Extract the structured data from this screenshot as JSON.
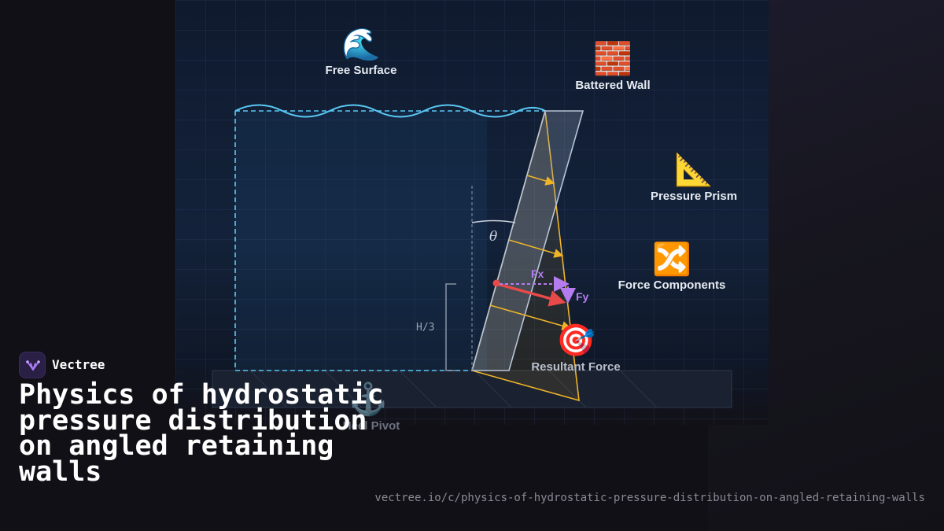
{
  "diagram": {
    "labels": {
      "free_surface": "Free Surface",
      "battered_wall": "Battered Wall",
      "pressure_prism": "Pressure Prism",
      "force_components": "Force Components",
      "resultant_force": "Resultant Force",
      "heel_pivot": "Heel Pivot",
      "theta": "θ",
      "fx": "Fx",
      "fy": "Fy",
      "h3": "H/3"
    },
    "icons": {
      "free_surface": "🌊",
      "battered_wall": "🧱",
      "pressure_prism": "📐",
      "force_components": "🔀",
      "resultant_force": "🎯",
      "heel_pivot": "⚓"
    },
    "colors": {
      "water": "#5bc8f5",
      "wall_outline": "#b8c4d6",
      "pressure": "#f0b429",
      "resultant": "#e84a4a",
      "components": "#b57cf0"
    }
  },
  "brand": {
    "name": "Vectree"
  },
  "title": "Physics of hydrostatic pressure distribution on angled retaining walls",
  "url": "vectree.io/c/physics-of-hydrostatic-pressure-distribution-on-angled-retaining-walls"
}
